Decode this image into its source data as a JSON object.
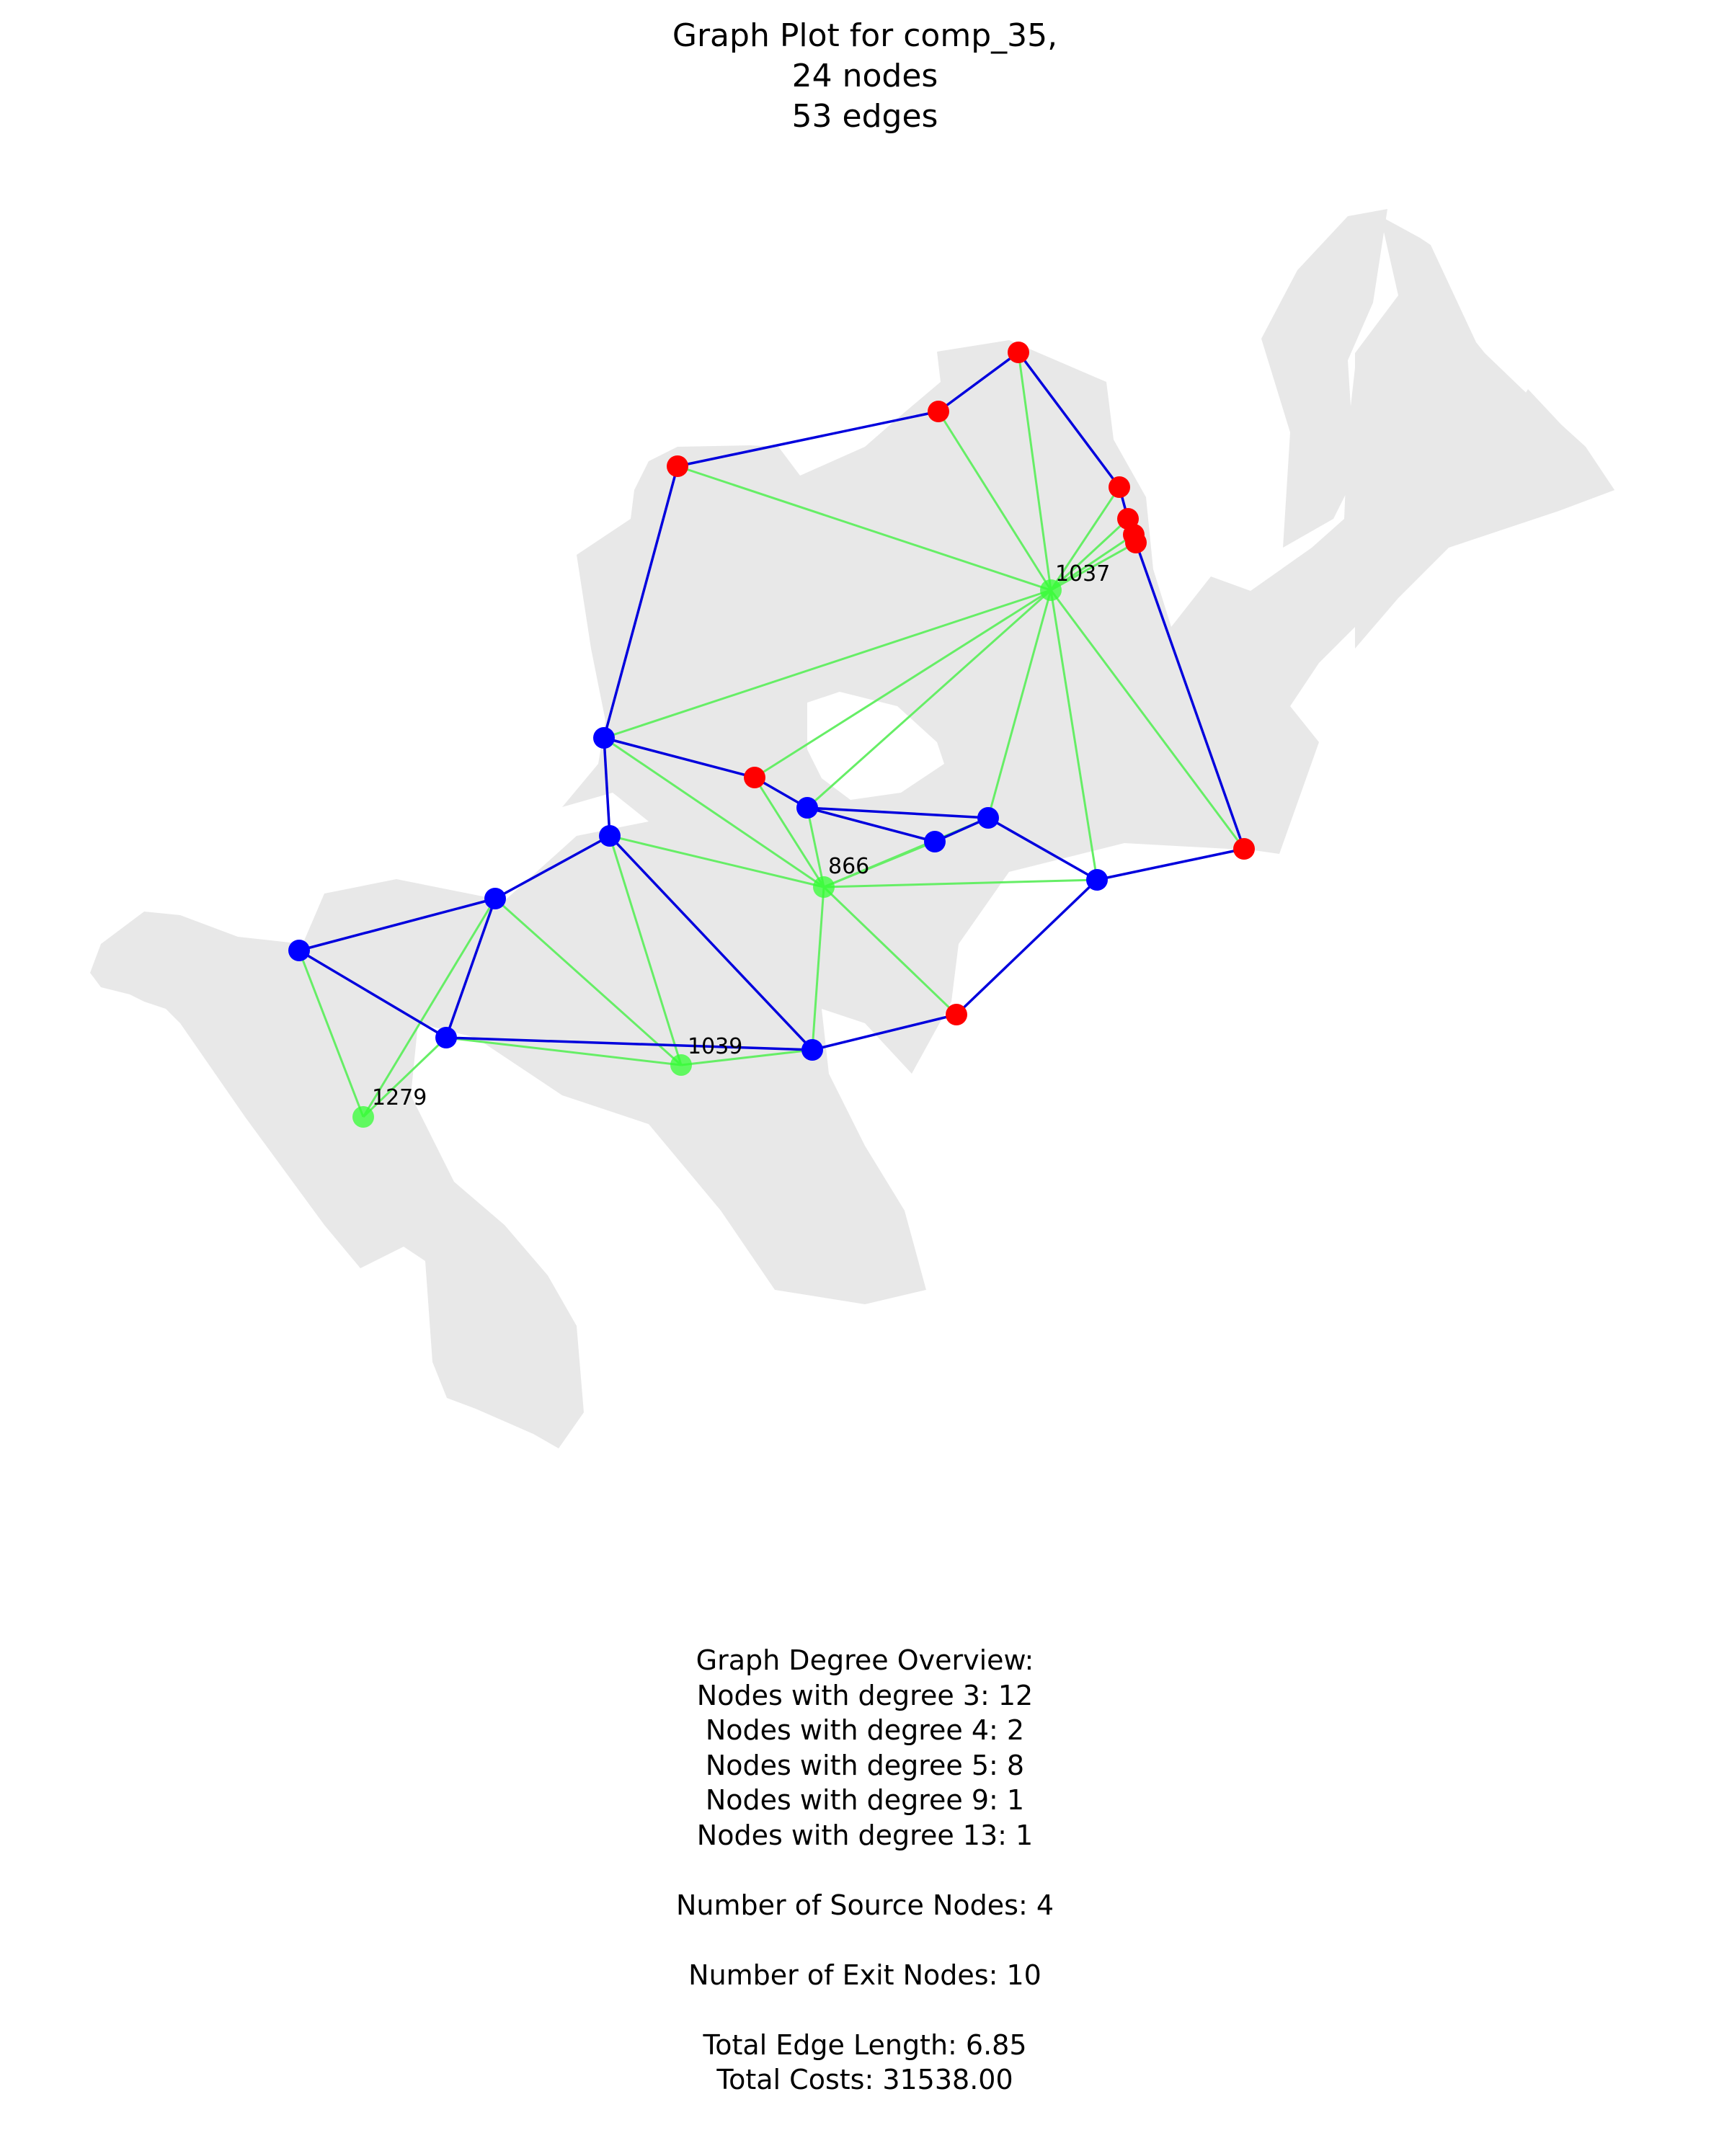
{
  "title": {
    "line1": "Graph Plot for comp_35,",
    "line2": "24 nodes",
    "line3": "53 edges"
  },
  "colors": {
    "land": "#e8e8e8",
    "source_node": "#ff0000",
    "junction_node": "#0000ff",
    "exit_node": "#33ff33",
    "pipe_edge": "#0000dd",
    "link_edge": "#66ee66"
  },
  "node_labels": {
    "hub_a": "1037",
    "hub_b": "866",
    "hub_c": "1039",
    "hub_d": "1279"
  },
  "stats": {
    "heading": "Graph Degree Overview:",
    "deg3": "Nodes with degree 3: 12",
    "deg4": "Nodes with degree 4: 2",
    "deg5": "Nodes with degree 5: 8",
    "deg9": "Nodes with degree 9: 1",
    "deg13": "Nodes with degree 13: 1",
    "sources": "Number of Source Nodes: 4",
    "exits": "Number of Exit Nodes: 10",
    "length": "Total Edge Length: 6.85",
    "costs": "Total Costs: 31538.00"
  }
}
